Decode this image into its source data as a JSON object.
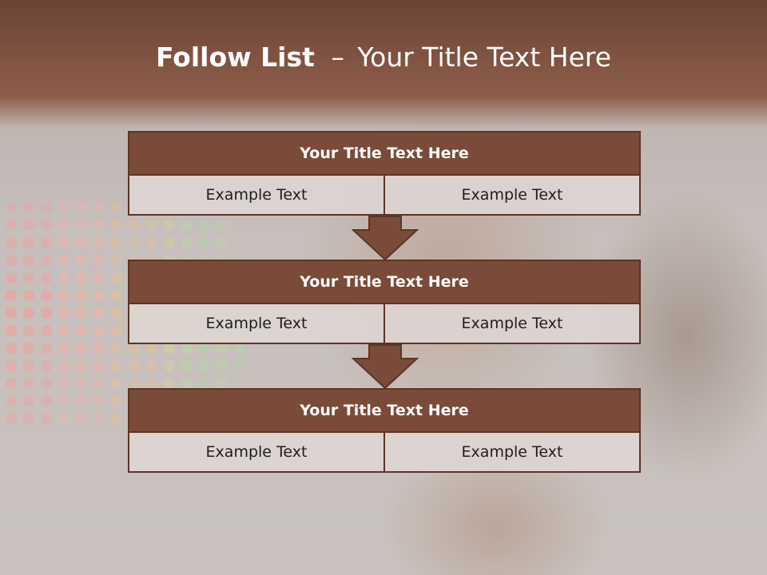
{
  "slide": {
    "title_bold": "Follow List",
    "title_separator": "–",
    "title_rest": "Your Title Text Here"
  },
  "steps": [
    {
      "title": "Your Title Text Here",
      "left": "Example Text",
      "right": "Example Text"
    },
    {
      "title": "Your Title Text Here",
      "left": "Example Text",
      "right": "Example Text"
    },
    {
      "title": "Your Title Text Here",
      "left": "Example Text",
      "right": "Example Text"
    }
  ],
  "colors": {
    "accent": "#7a4b38",
    "border": "#5c3526",
    "header": "#7e5140",
    "cell_fill": "#ded6d4"
  },
  "icons": [
    "down-arrow-icon",
    "down-arrow-icon"
  ]
}
